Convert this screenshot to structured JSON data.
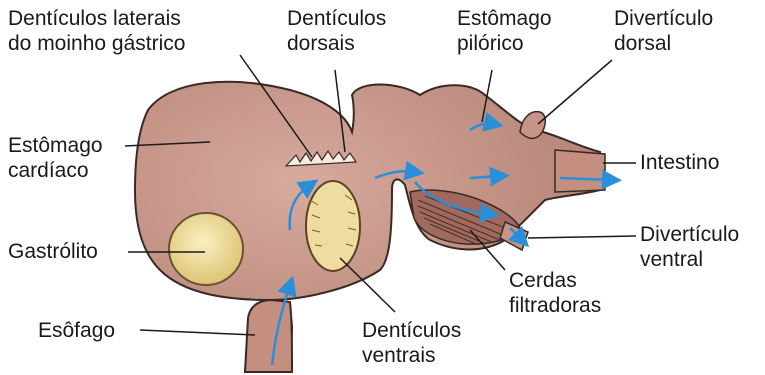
{
  "labels": {
    "denticulos_laterais": [
      "Dentículos laterais",
      "do moinho gástrico"
    ],
    "denticulos_dorsais": [
      "Dentículos",
      "dorsais"
    ],
    "estomago_pilorico": [
      "Estômago",
      "pilórico"
    ],
    "diverticulo_dorsal": [
      "Divertículo",
      "dorsal"
    ],
    "estomago_cardiaco": [
      "Estômago",
      "cardíaco"
    ],
    "intestino": "Intestino",
    "gastrolito": "Gastrólito",
    "diverticulo_ventral": [
      "Divertículo",
      "ventral"
    ],
    "cerdas_filtradoras": [
      "Cerdas",
      "filtradoras"
    ],
    "esofago": "Esôfago",
    "denticulos_ventrais": [
      "Dentículos",
      "ventrais"
    ]
  },
  "colors": {
    "tissue": "#c8978a",
    "tissue_dark": "#a87265",
    "outline": "#3a2a25",
    "flow_arrow": "#2a8fd8",
    "gastrolith": "#f1df9a",
    "ventral_denticles": "#efdca0"
  }
}
